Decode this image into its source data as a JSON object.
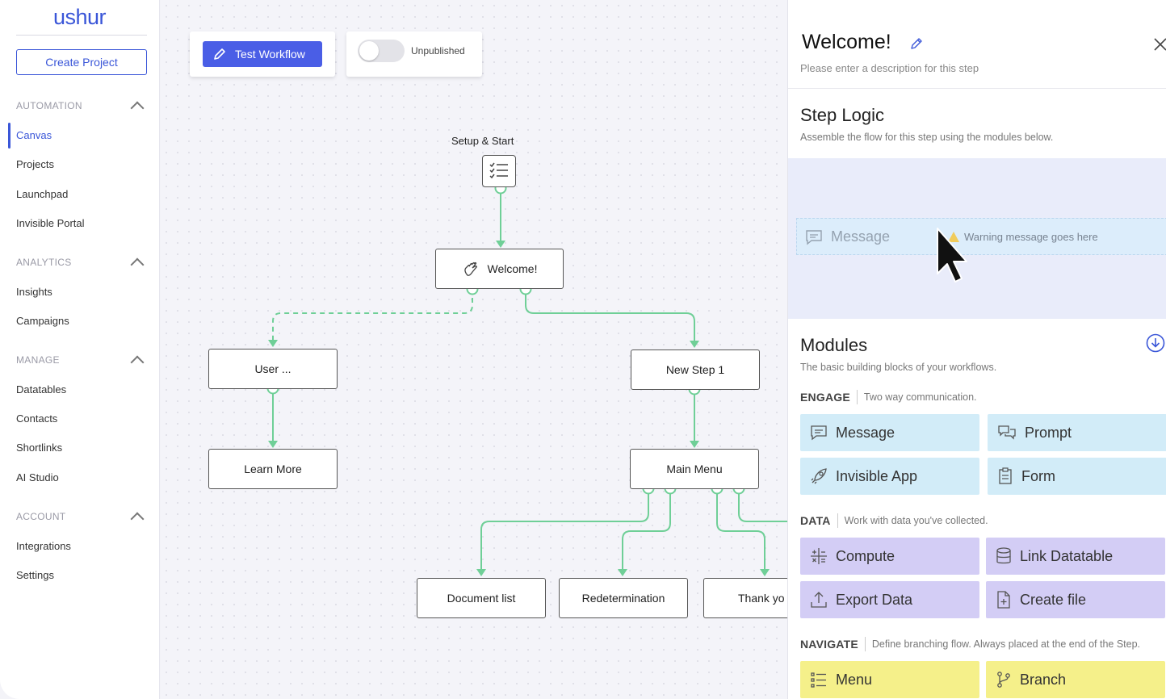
{
  "sidebar": {
    "logo": "ushur",
    "create_button": "Create Project",
    "sections": [
      {
        "title": "AUTOMATION",
        "items": [
          "Canvas",
          "Projects",
          "Launchpad",
          "Invisible Portal"
        ]
      },
      {
        "title": "ANALYTICS",
        "items": [
          "Insights",
          "Campaigns"
        ]
      },
      {
        "title": "MANAGE",
        "items": [
          "Datatables",
          "Contacts",
          "Shortlinks",
          "AI Studio"
        ]
      },
      {
        "title": "ACCOUNT",
        "items": [
          "Integrations",
          "Settings"
        ]
      }
    ],
    "active_item": "Canvas"
  },
  "toolbar": {
    "test_button": "Test Workflow",
    "publish_status": "Unpublished"
  },
  "canvas": {
    "start_label": "Setup & Start",
    "nodes": {
      "welcome": "Welcome!",
      "user": "User ...",
      "new_step": "New Step 1",
      "learn_more": "Learn More",
      "main_menu": "Main Menu",
      "document_list": "Document list",
      "redetermination": "Redetermination",
      "thank_you": "Thank yo"
    }
  },
  "panel": {
    "title": "Welcome!",
    "description": "Please enter a description for this step",
    "step_logic": {
      "title": "Step Logic",
      "subtitle": "Assemble the flow for this step using the modules below.",
      "dragging_module": "Message",
      "warning": "Warning message goes here"
    },
    "modules": {
      "title": "Modules",
      "subtitle": "The basic building blocks of your workflows.",
      "groups": {
        "engage": {
          "name": "ENGAGE",
          "desc": "Two way communication.",
          "items": [
            "Message",
            "Prompt",
            "Invisible App",
            "Form"
          ]
        },
        "data": {
          "name": "DATA",
          "desc": "Work with data you've collected.",
          "items": [
            "Compute",
            "Link Datatable",
            "Export Data",
            "Create file"
          ]
        },
        "navigate": {
          "name": "NAVIGATE",
          "desc": "Define branching flow. Always placed at the end of the Step.",
          "items": [
            "Menu",
            "Branch"
          ]
        }
      }
    }
  },
  "colors": {
    "brand": "#3a56d8",
    "connector": "#6fcf97",
    "engage": "#d2ecf8",
    "data": "#d3cdf5",
    "navigate": "#f5f08a"
  }
}
